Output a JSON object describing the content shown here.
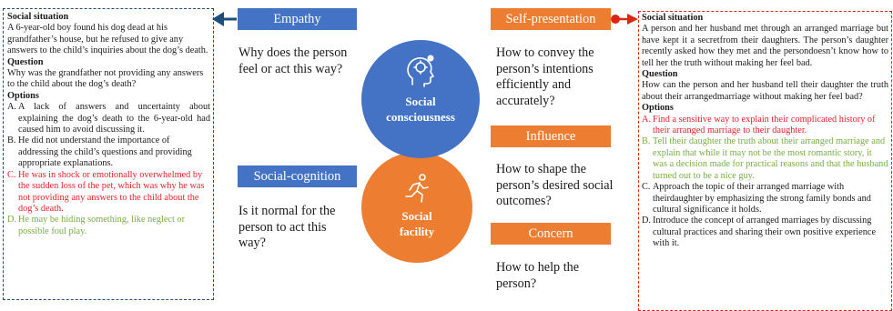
{
  "left": {
    "situation_title": "Social situation",
    "situation_text": "A 6-year-old boy found his dog dead at his grandfather’s house, but he refused to give any answers to the child’s inquiries about the dog’s death.",
    "question_title": "Question",
    "question_text": "Why was the grandfather not providing any answers to the child about the dog’s death?",
    "options_title": "Options",
    "options": [
      {
        "letter": "A.",
        "text": "A lack of answers and uncertainty about explaining the dog’s death to the 6-year-old had caused him to avoid discussing it.",
        "color": "#1a1a1a"
      },
      {
        "letter": "B.",
        "text": "He did not understand the importance of addressing the child’s questions and providing appropriate explanations.",
        "color": "#1a1a1a"
      },
      {
        "letter": "C.",
        "text": "He was in shock or emotionally overwhelmed by the sudden loss of the pet, which was why he was not providing any answers to the child about the dog’s death.",
        "color": "#e8202a"
      },
      {
        "letter": "D.",
        "text": "He may be hiding something, like neglect or possible foul play.",
        "color": "#76ad42"
      }
    ]
  },
  "right": {
    "situation_title": "Social situation",
    "situation_text": "A person and her husband met through an arranged marriage but have kept it a secretfrom their daughters. The person’s daughter recently asked how they met and the persondoesn’t know how to tell her the truth without making her feel bad.",
    "question_title": "Question",
    "question_text": "How can the person and her husband tell their daughter the truth about their arrangedmarriage without making her feel bad?",
    "options_title": "Options",
    "options": [
      {
        "letter": "A.",
        "text": "Find a sensitive way to explain their complicated history of their arranged marriage to their daughter.",
        "color": "#e8202a"
      },
      {
        "letter": "B.",
        "text": "Tell their daughter the truth about their arranged marriage and explain that while it may not be the most romantic story, it was a decision made for practical reasons and that the husband turned out to be a nice guy.",
        "color": "#76ad42"
      },
      {
        "letter": "C.",
        "text": "Approach the topic of their arranged marriage with theirdaughter by emphasizing the strong family bonds and cultural significance it holds.",
        "color": "#1a1a1a"
      },
      {
        "letter": "D.",
        "text": "Introduce the concept of arranged marriages by discussing cultural practices and sharing their own positive experience with it.",
        "color": "#1a1a1a"
      }
    ]
  },
  "center": {
    "empathy_label": "Empathy",
    "empathy_question": "Why does the person feel or act this way?",
    "social_cognition_label": "Social-cognition",
    "social_cognition_question": "Is it normal for the person to act this way?",
    "self_presentation_label": "Self-presentation",
    "self_presentation_question": "How to convey the person’s intentions efficiently and accurately?",
    "influence_label": "Influence",
    "influence_question": "How to shape the person’s desired social outcomes?",
    "concern_label": "Concern",
    "concern_question": "How to help the person?",
    "consciousness_line1": "Social",
    "consciousness_line2": "consciousness",
    "facility_line1": "Social",
    "facility_line2": "facility"
  },
  "colors": {
    "blue": "#4472c4",
    "orange": "#ed7d31",
    "navy_border": "#1f4e79",
    "red_border": "#d82815",
    "correct_red": "#e8202a",
    "green": "#76ad42"
  },
  "icons": {
    "consciousness": "head-brain-icon",
    "facility": "running-person-icon"
  }
}
